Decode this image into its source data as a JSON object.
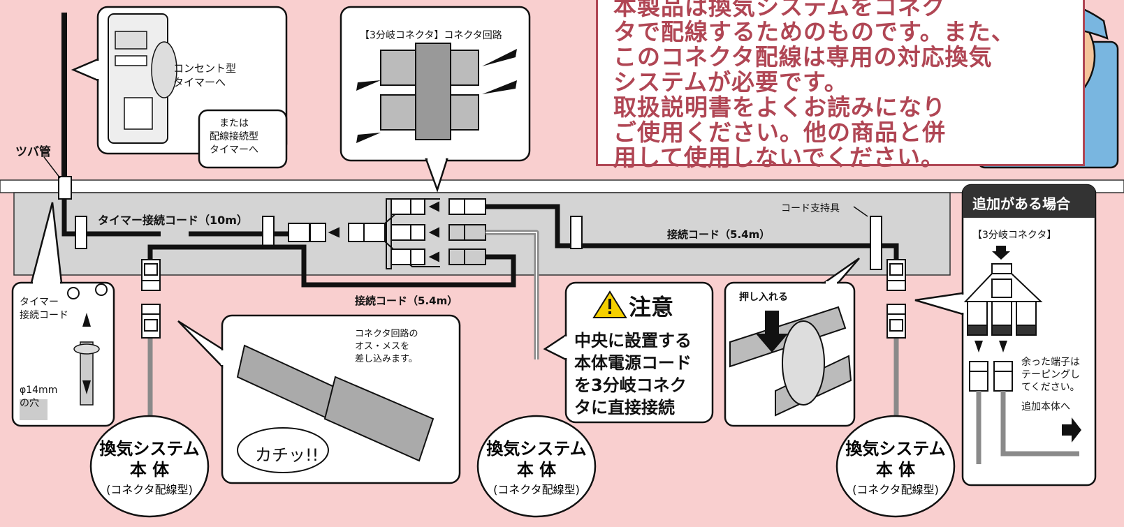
{
  "note": {
    "lines": [
      "本製品は換気システムをコネク",
      "タで配線するためのものです。また、",
      "このコネクタ配線は専用の対応換気",
      "システムが必要です。",
      "取扱説明書をよくお読みになり",
      "ご使用ください。他の商品と併",
      "用して使用しないでください。"
    ]
  },
  "labels": {
    "tsuba_pipe": "ツバ管",
    "outlet_timer": "コンセント型\nタイマーへ",
    "wired_timer": "または\n配線接続型\nタイマーへ",
    "three_way_connector_circuit": "【3分岐コネクタ】コネクタ回路",
    "timer_cord": "タイマー接続コード（10m）",
    "connection_cord_upper": "接続コード（5.4m）",
    "connection_cord_lower": "接続コード（5.4m）",
    "cord_support": "コード支持具",
    "timer_cord_short": "タイマー\n接続コード",
    "hole": "φ14mm\nの穴",
    "connector_insert": "コネクタ回路の\nオス・メスを\n差し込みます。",
    "click": "カチッ!!",
    "push_in": "押し入れる"
  },
  "caution": {
    "title": "注意",
    "lines": [
      "中央に設置する",
      "本体電源コード",
      "を3分岐コネク",
      "タに直接接続"
    ]
  },
  "system_unit": {
    "title1": "換気システム",
    "title2": "本 体",
    "sub": "(コネクタ配線型)"
  },
  "addition": {
    "header": "追加がある場合",
    "connector": "【3分岐コネクタ】",
    "excess": "余った端子は\nテーピングし\nてください。",
    "to_extra": "追加本体へ"
  },
  "colors": {
    "background": "#f9cfcf",
    "accent": "#b04654",
    "ceiling": "#d4d4d4",
    "cord_black": "#111111",
    "cord_gray": "#8a8a8a"
  }
}
